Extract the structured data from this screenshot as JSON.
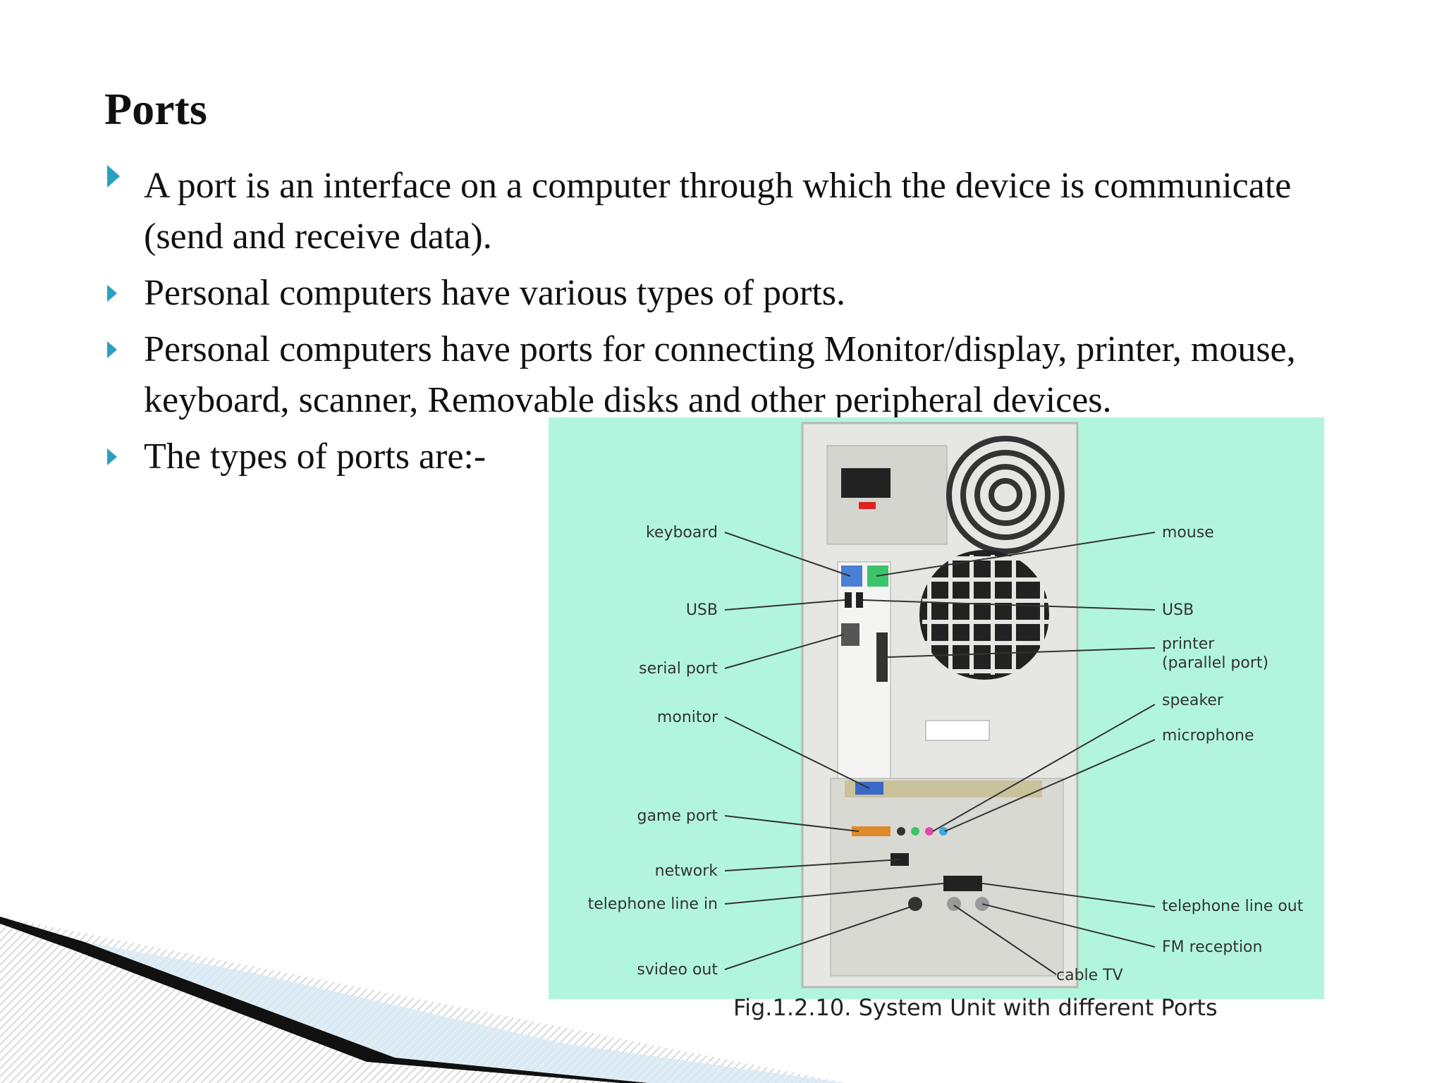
{
  "slide": {
    "title": "Ports",
    "bullets": [
      " A port is an interface on a computer through which the device is communicate (send and receive data).",
      " Personal computers have various types of ports.",
      " Personal computers have ports for connecting Monitor/display, printer, mouse, keyboard, scanner, Removable disks and other peripheral devices.",
      "The types of ports are:-"
    ],
    "figure": {
      "labels_left": [
        "keyboard",
        "USB",
        "serial port",
        "monitor",
        "game port",
        "network",
        "telephone line in",
        "svideo out"
      ],
      "labels_right": [
        "mouse",
        "USB",
        "printer",
        "(parallel port)",
        "speaker",
        "microphone",
        "telephone line out",
        "FM reception",
        "cable TV"
      ],
      "caption": "Fig.1.2.10. System Unit with different Ports"
    }
  },
  "colors": {
    "bullet_accent": "#2aa0c0",
    "figure_background": "#b2f5de"
  }
}
